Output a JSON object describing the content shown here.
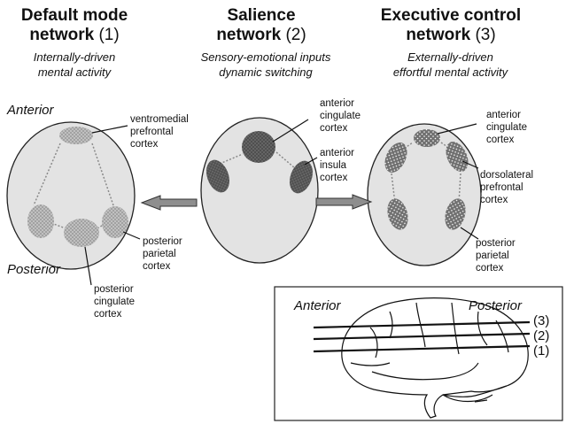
{
  "networks": [
    {
      "title_line1": "Default mode",
      "title_word": "network",
      "number": "(1)",
      "subtitle_line1": "Internally-driven",
      "subtitle_line2": "mental activity"
    },
    {
      "title_line1": "Salience",
      "title_word": "network",
      "number": "(2)",
      "subtitle_line1": "Sensory-emotional inputs",
      "subtitle_line2": "dynamic switching"
    },
    {
      "title_line1": "Executive control",
      "title_word": "network",
      "number": "(3)",
      "subtitle_line1": "Externally-driven",
      "subtitle_line2": "effortful mental activity"
    }
  ],
  "directions": {
    "anterior": "Anterior",
    "posterior": "Posterior"
  },
  "labels": {
    "dmn_vmpfc": [
      "ventromedial",
      "prefrontal",
      "cortex"
    ],
    "dmn_ppc": [
      "posterior",
      "parietal",
      "cortex"
    ],
    "dmn_pcc": [
      "posterior",
      "cingulate",
      "cortex"
    ],
    "sal_acc": [
      "anterior",
      "cingulate",
      "cortex"
    ],
    "sal_insula": [
      "anterior",
      "insula",
      "cortex"
    ],
    "ecn_acc": [
      "anterior",
      "cingulate",
      "cortex"
    ],
    "ecn_dlpfc": [
      "dorsolateral",
      "prefrontal",
      "cortex"
    ],
    "ecn_ppc": [
      "posterior",
      "parietal",
      "cortex"
    ]
  },
  "inset": {
    "anterior": "Anterior",
    "posterior": "Posterior",
    "line_labels": [
      "(3)",
      "(2)",
      "(1)"
    ]
  },
  "colors": {
    "brain_fill": "#e3e3e3",
    "node_fill": "#8a8a8a",
    "arrow_fill": "#8e8e8e"
  }
}
